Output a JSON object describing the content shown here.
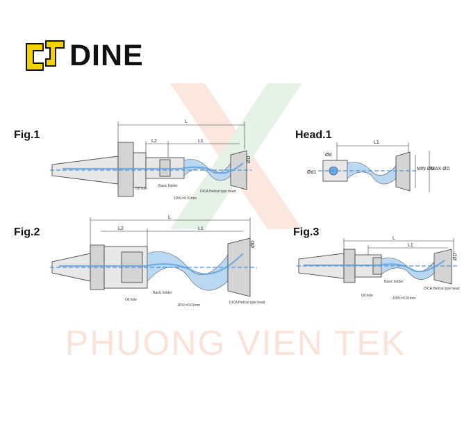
{
  "brand": {
    "name": "DINE",
    "logo_color": "#f2d300"
  },
  "watermark": "PHUONG VIEN TEK",
  "figures": {
    "fig1": {
      "label": "Fig.1",
      "L": "L",
      "L1": "L1",
      "L2": "L2",
      "oil_hole": "Oil hole",
      "basic_holder": "Basic holder",
      "head_type": "DICA Helical type head",
      "scale": "1DIV.=0.01mm",
      "phi": "ØD"
    },
    "head1": {
      "label": "Head.1",
      "L1": "L1",
      "phi_d": "Ød",
      "phi_d1": "Ød1",
      "min_d": "MIN\nØD",
      "max_d": "MAX\nØD"
    },
    "fig2": {
      "label": "Fig.2",
      "L": "L",
      "L1": "L1",
      "L2": "L2",
      "oil_hole": "Oil hole",
      "basic_holder": "Basic holder",
      "head_type": "DICA Helical type head",
      "scale": "1DIV.=0.01mm",
      "phi": "ØD"
    },
    "fig3": {
      "label": "Fig.3",
      "L": "L",
      "L1": "L1",
      "oil_hole": "Oil hole",
      "basic_holder": "Basic holder",
      "head_type": "DICA Helical type head",
      "scale": "1DIV.=0.01mm",
      "phi": "ØD"
    }
  },
  "colors": {
    "accent_blue": "#4f8fd6",
    "watermark": "#f0966e"
  }
}
